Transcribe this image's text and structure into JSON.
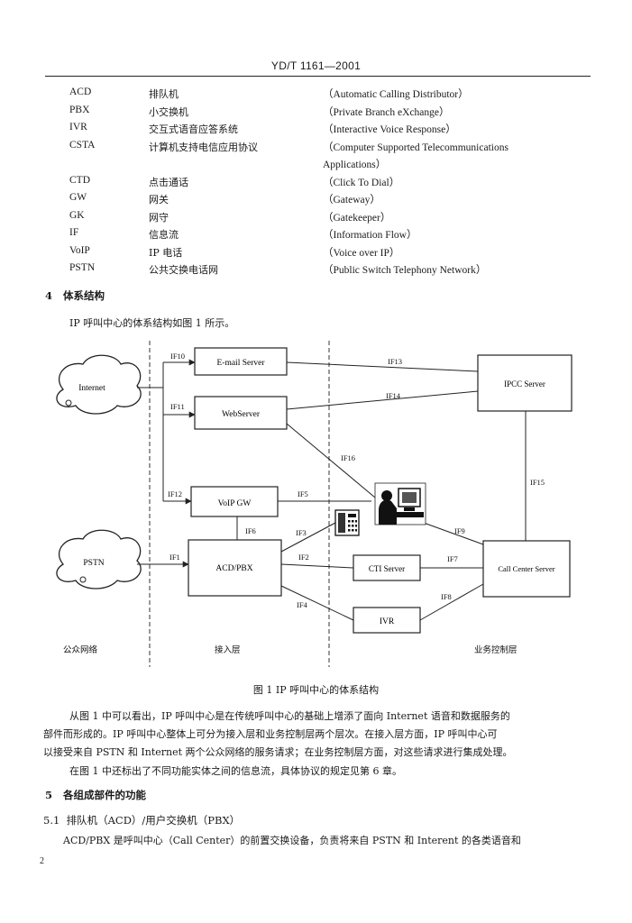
{
  "header": {
    "standard_no": "YD/T 1161—2001"
  },
  "abbreviations": [
    {
      "abbr": "ACD",
      "zh": "排队机",
      "en": "（Automatic Calling Distributor）"
    },
    {
      "abbr": "PBX",
      "zh": "小交换机",
      "en": "（Private Branch eXchange）"
    },
    {
      "abbr": "IVR",
      "zh": "交互式语音应答系统",
      "en": "（Interactive Voice Response）"
    },
    {
      "abbr": "CSTA",
      "zh": "计算机支持电信应用协议",
      "en": "（Computer Supported Telecommunications"
    },
    {
      "abbr": "",
      "zh": "",
      "en": "Applications）"
    },
    {
      "abbr": "CTD",
      "zh": "点击通话",
      "en": "（Click To Dial）"
    },
    {
      "abbr": "GW",
      "zh": "网关",
      "en": "（Gateway）"
    },
    {
      "abbr": "GK",
      "zh": "网守",
      "en": "（Gatekeeper）"
    },
    {
      "abbr": "IF",
      "zh": "信息流",
      "en": "（Information Flow）"
    },
    {
      "abbr": "VoIP",
      "zh": "IP 电话",
      "en": "（Voice over IP）"
    },
    {
      "abbr": "PSTN",
      "zh": "公共交换电话网",
      "en": "（Public Switch Telephony Network）"
    }
  ],
  "section4": {
    "number": "4",
    "title": "体系结构",
    "intro": "IP 呼叫中心的体系结构如图 1 所示。"
  },
  "figure": {
    "clouds": {
      "internet": "Internet",
      "pstn": "PSTN"
    },
    "boxes": {
      "email": "E-mail Server",
      "web": "WebServer",
      "voip": "VoIP GW",
      "acd": "ACD/PBX",
      "cti": "CTI Server",
      "ivr": "IVR",
      "ipcc": "IPCC Server",
      "callcenter": "Call Center Server"
    },
    "flows": {
      "if1": "IF1",
      "if2": "IF2",
      "if3": "IF3",
      "if4": "IF4",
      "if5": "IF5",
      "if6": "IF6",
      "if7": "IF7",
      "if8": "IF8",
      "if9": "IF9",
      "if10": "IF10",
      "if11": "IF11",
      "if12": "IF12",
      "if13": "IF13",
      "if14": "IF14",
      "if15": "IF15",
      "if16": "IF16"
    },
    "layers": {
      "public": "公众网络",
      "access": "接入层",
      "control": "业务控制层"
    },
    "caption": "图 1   IP 呼叫中心的体系结构"
  },
  "body_text": [
    "从图 1 中可以看出，IP 呼叫中心是在传统呼叫中心的基础上增添了面向 Internet 语音和数据服务的",
    "部件而形成的。IP 呼叫中心整体上可分为接入层和业务控制层两个层次。在接入层方面，IP 呼叫中心可",
    "以接受来自 PSTN 和 Internet 两个公众网络的服务请求；在业务控制层方面，对这些请求进行集成处理。",
    "在图 1 中还标出了不同功能实体之间的信息流，具体协议的规定见第 6 章。"
  ],
  "section5": {
    "number": "5",
    "title": "各组成部件的功能"
  },
  "section51": {
    "number": "5.1",
    "title": "排队机（ACD）/用户交换机（PBX）"
  },
  "last_para": "ACD/PBX 是呼叫中心（Call Center）的前置交换设备，负责将来自 PSTN 和 Interent 的各类语音和",
  "page_number": "2"
}
